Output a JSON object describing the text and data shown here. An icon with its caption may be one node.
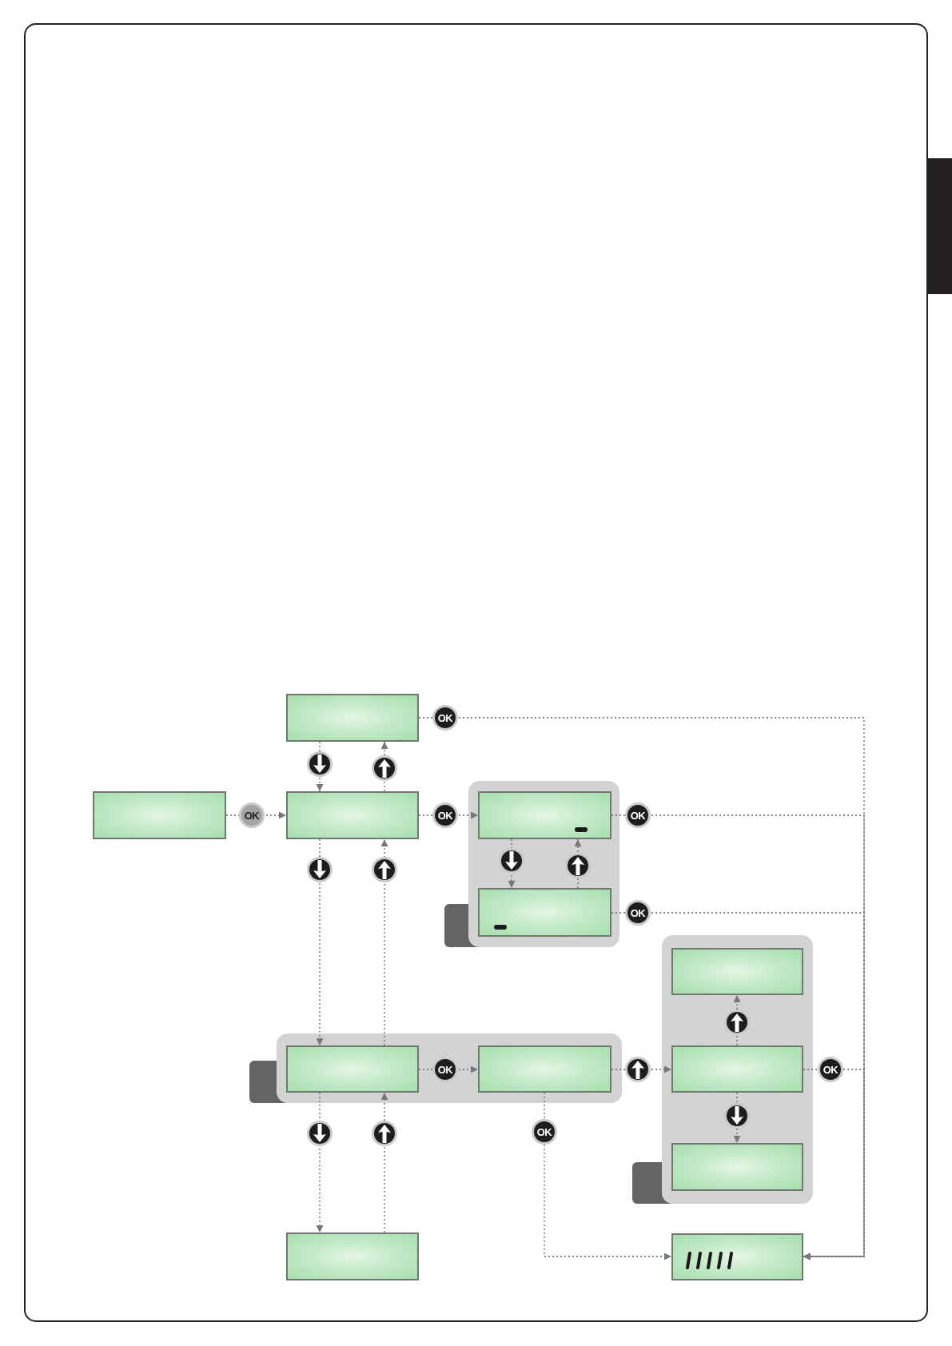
{
  "diagram": {
    "nodes": [
      {
        "text": [],
        "shape": "screen"
      },
      {
        "text": [],
        "shape": "screen"
      },
      {
        "text": [],
        "shape": "screen"
      },
      {
        "text": [],
        "shape": "box"
      },
      {
        "text": [],
        "shape": "screen",
        "in": 3
      },
      {
        "text": [],
        "shape": "screen",
        "in": 3
      },
      {
        "text": [],
        "shape": "box"
      },
      {
        "text": [],
        "shape": "screen",
        "in": 6
      },
      {
        "text": [],
        "shape": "box"
      },
      {
        "text": [],
        "shape": "screen",
        "in": 8
      },
      {
        "text": [],
        "shape": "screen",
        "in": 8
      },
      {
        "text": [],
        "shape": "screen",
        "in": 6
      },
      {
        "text": [],
        "shape": "screen",
        "in": 6
      },
      {
        "text": [],
        "shape": "screen"
      },
      {
        "text": [],
        "shape": "screen"
      }
    ],
    "edges": [
      {
        "from": 1,
        "to": 2,
        "arrow": "to",
        "label": "OK"
      },
      {
        "from": 0,
        "to": 2,
        "arrow": "to"
      },
      {
        "from": 2,
        "to": 0,
        "arrow": "to"
      },
      {
        "from": 2,
        "to": 4,
        "arrow": "to",
        "label": "OK"
      },
      {
        "from": 4,
        "to": 5,
        "arrow": "to"
      },
      {
        "from": 5,
        "to": 4,
        "arrow": "to"
      },
      {
        "from": 2,
        "to": 9,
        "arrow": "to"
      },
      {
        "from": 9,
        "to": 2,
        "arrow": "to"
      },
      {
        "from": 9,
        "to": 13,
        "arrow": "to"
      },
      {
        "from": 13,
        "to": 9,
        "arrow": "to"
      },
      {
        "from": 9,
        "to": 10,
        "arrow": "to",
        "label": "OK"
      },
      {
        "from": 10,
        "to": 11,
        "arrow": "to"
      },
      {
        "from": 11,
        "to": 7,
        "arrow": "to"
      },
      {
        "from": 11,
        "to": 12,
        "arrow": "to"
      },
      {
        "from": 10,
        "to": 14,
        "arrow": "to",
        "label": "OK"
      },
      {
        "from": 0,
        "to": 14,
        "arrow": "to",
        "label": "OK"
      },
      {
        "from": 4,
        "to": 14,
        "arrow": "to",
        "label": "OK"
      },
      {
        "from": 5,
        "to": 14,
        "arrow": "to",
        "label": "OK"
      },
      {
        "from": 11,
        "to": 14,
        "arrow": "to",
        "label": "OK"
      }
    ]
  }
}
